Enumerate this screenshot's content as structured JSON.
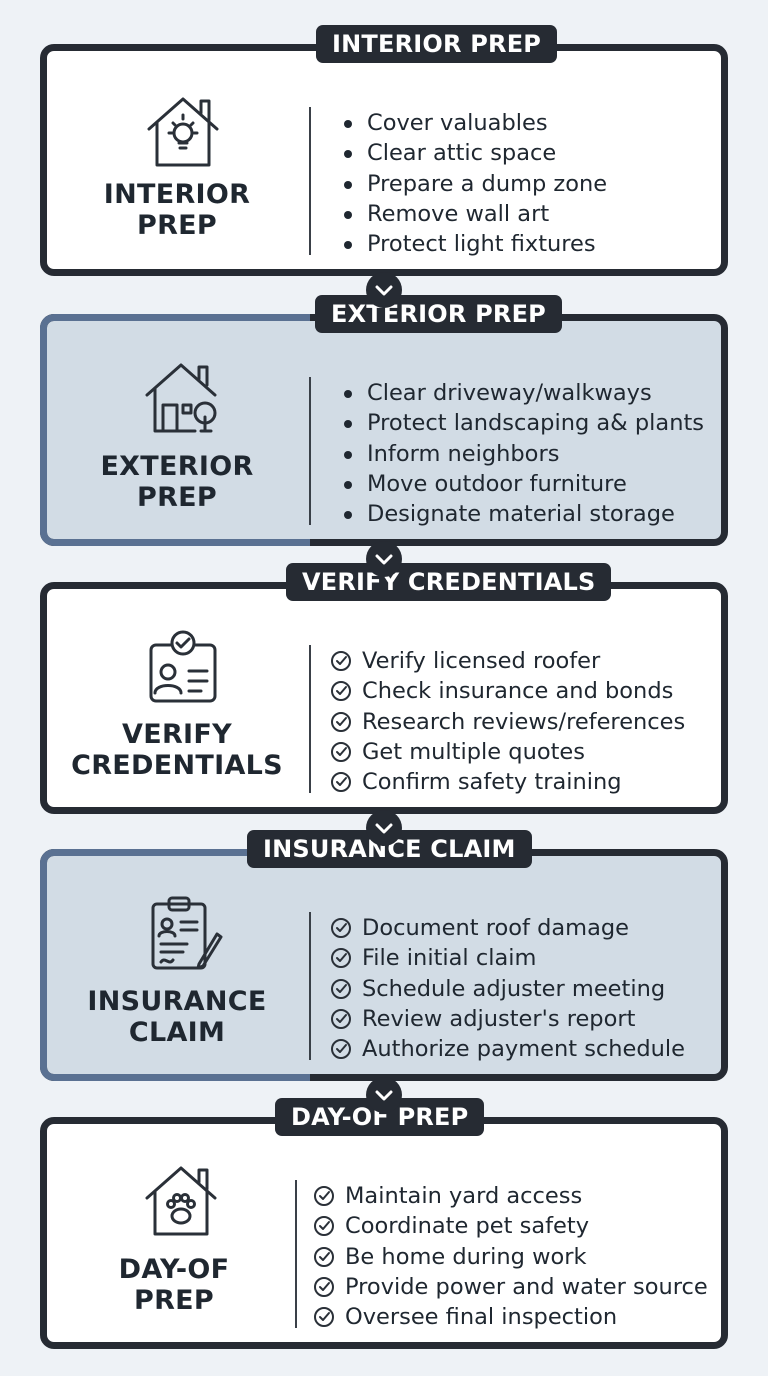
{
  "sections": [
    {
      "header": "INTERIOR PREP",
      "label_lines": [
        "INTERIOR",
        "PREP"
      ],
      "icon": "house-lightbulb-icon",
      "list_style": "bullets",
      "items": [
        "Cover valuables",
        "Clear attic space",
        "Prepare a dump zone",
        "Remove wall art",
        "Protect light fixtures"
      ]
    },
    {
      "header": "EXTERIOR PREP",
      "label_lines": [
        "EXTERIOR",
        "PREP"
      ],
      "icon": "house-tree-icon",
      "list_style": "bullets",
      "items": [
        "Clear driveway/walkways",
        "Protect landscaping a& plants",
        "Inform neighbors",
        "Move outdoor furniture",
        "Designate material storage"
      ]
    },
    {
      "header": "VERIFY CREDENTIALS",
      "label_lines": [
        "VERIFY",
        "CREDENTIALS"
      ],
      "icon": "id-badge-check-icon",
      "list_style": "checks",
      "items": [
        "Verify licensed roofer",
        "Check insurance and bonds",
        "Research reviews/references",
        "Get multiple quotes",
        "Confirm safety training"
      ]
    },
    {
      "header": "INSURANCE CLAIM",
      "label_lines": [
        "INSURANCE",
        "CLAIM"
      ],
      "icon": "clipboard-pen-icon",
      "list_style": "checks",
      "items": [
        "Document roof damage",
        "File initial claim",
        "Schedule adjuster meeting",
        "Review adjuster's report",
        "Authorize payment schedule"
      ]
    },
    {
      "header": "DAY-OF PREP",
      "label_lines": [
        "DAY-OF",
        "PREP"
      ],
      "icon": "house-paw-icon",
      "list_style": "checks",
      "items": [
        "Maintain yard access",
        "Coordinate pet safety",
        "Be home during work",
        "Provide power and water source",
        "Oversee final inspection"
      ]
    }
  ],
  "colors": {
    "dark": "#262b33",
    "shaded_fill": "#d2dce5",
    "accent_blue": "#5a7192",
    "background": "#eef2f6"
  }
}
